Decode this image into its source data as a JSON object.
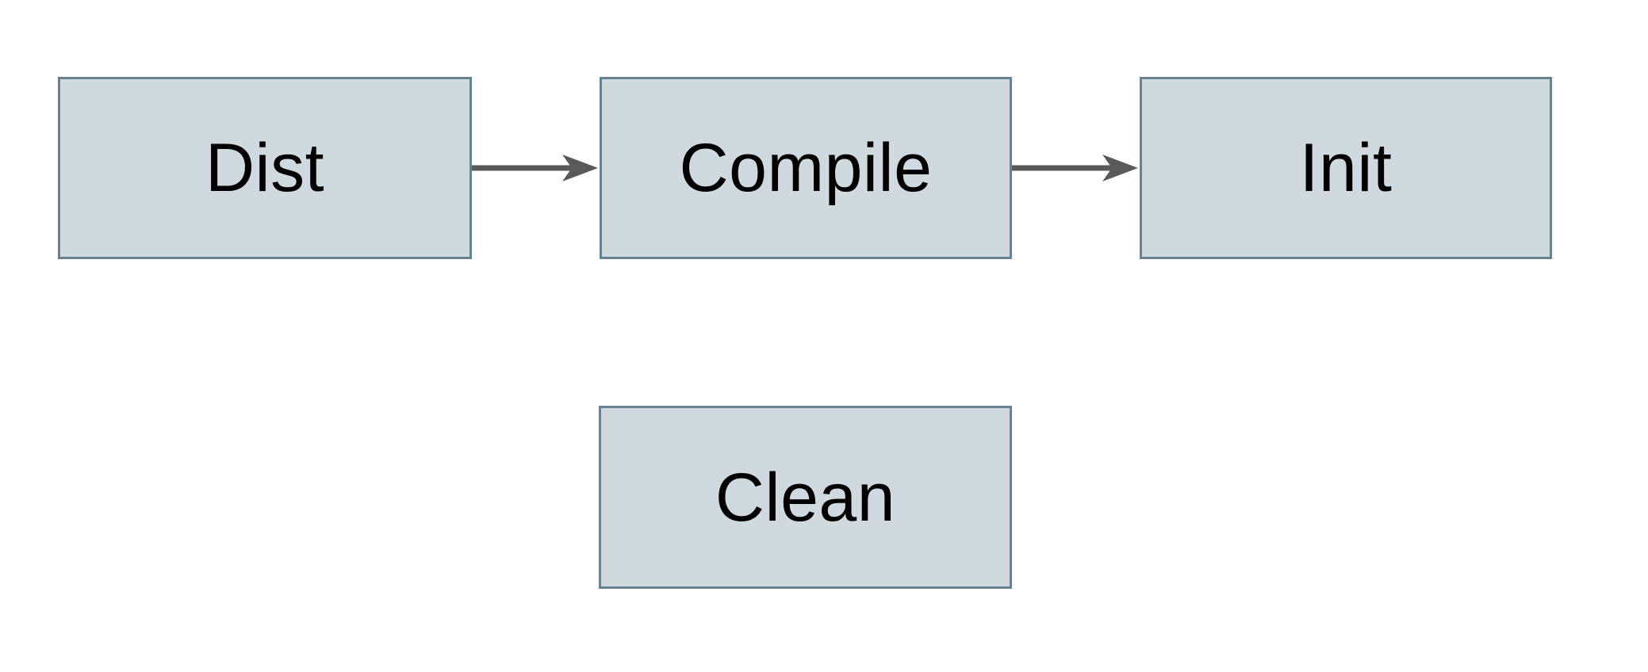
{
  "diagram": {
    "nodes": [
      {
        "id": "dist",
        "label": "Dist"
      },
      {
        "id": "compile",
        "label": "Compile"
      },
      {
        "id": "init",
        "label": "Init"
      },
      {
        "id": "clean",
        "label": "Clean"
      }
    ],
    "edges": [
      {
        "from": "dist",
        "to": "compile"
      },
      {
        "from": "compile",
        "to": "init"
      }
    ]
  },
  "theme": {
    "background": "#ffffff",
    "node_fill": "#d0d9dd",
    "node_border": "#68828f",
    "arrow_color": "#595959",
    "text_color": "#000000"
  }
}
